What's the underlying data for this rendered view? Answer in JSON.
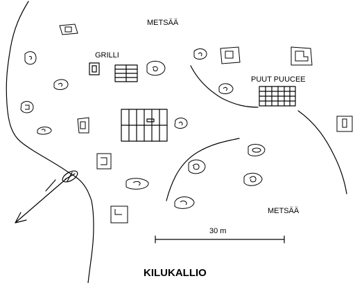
{
  "map": {
    "title": "KILUKALLIO",
    "labels": {
      "forest_top": "METSÄÄ",
      "forest_bottom": "METSÄÄ",
      "grill": "GRILLI",
      "woodshed": "PUUT PUUCEE"
    },
    "scale": {
      "label": "30 m"
    },
    "colors": {
      "ink": "#000000",
      "background": "#ffffff"
    }
  }
}
